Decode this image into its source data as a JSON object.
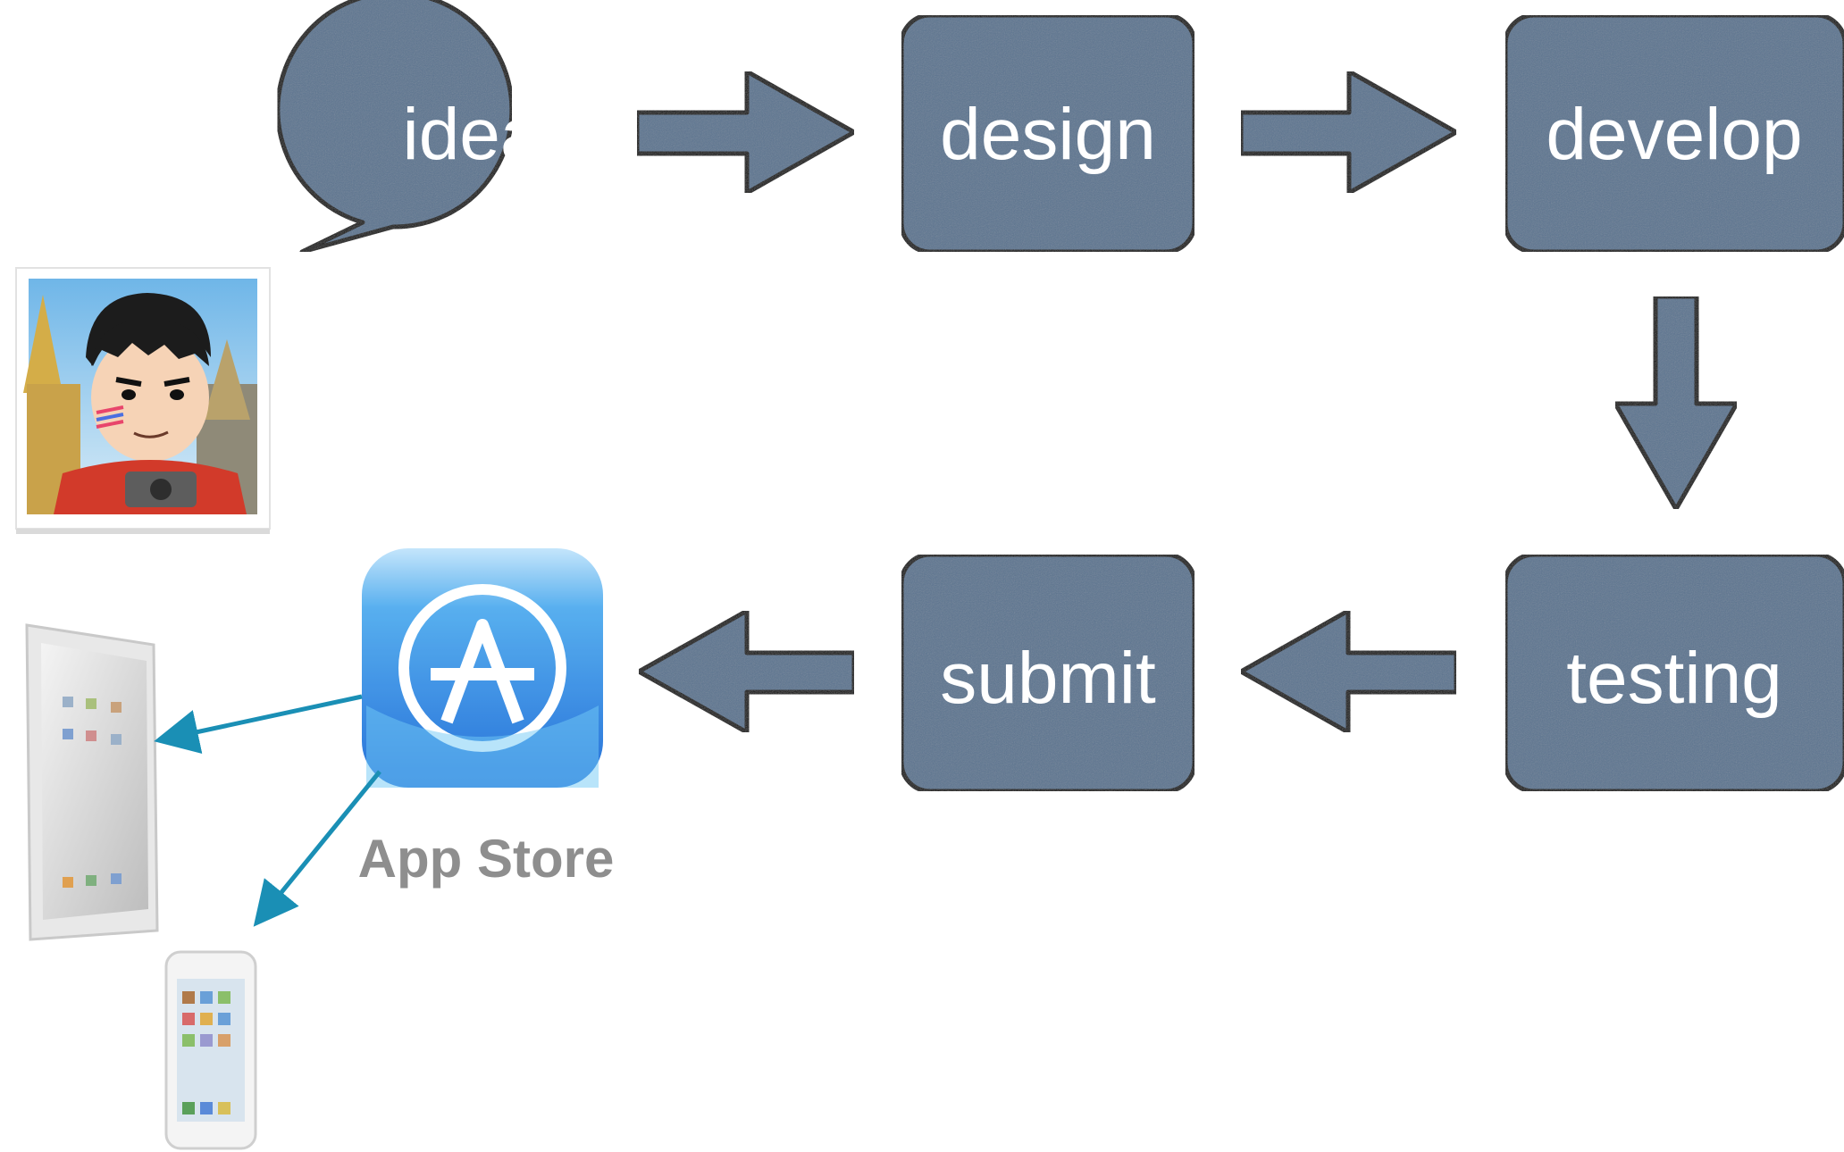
{
  "diagram": {
    "steps": {
      "idea": "idea",
      "design": "design",
      "develop": "develop",
      "testing": "testing",
      "submit": "submit"
    },
    "app_store_label": "App Store",
    "colors": {
      "node_fill": "#5c7590",
      "node_stroke": "#111111",
      "node_text": "#ffffff",
      "device_arrow": "#1a8fb5",
      "store_label": "#8e8e8e"
    },
    "icons": [
      "developer-avatar",
      "speech-bubble",
      "app-store-icon",
      "ipad-icon",
      "iphone-icon"
    ]
  }
}
